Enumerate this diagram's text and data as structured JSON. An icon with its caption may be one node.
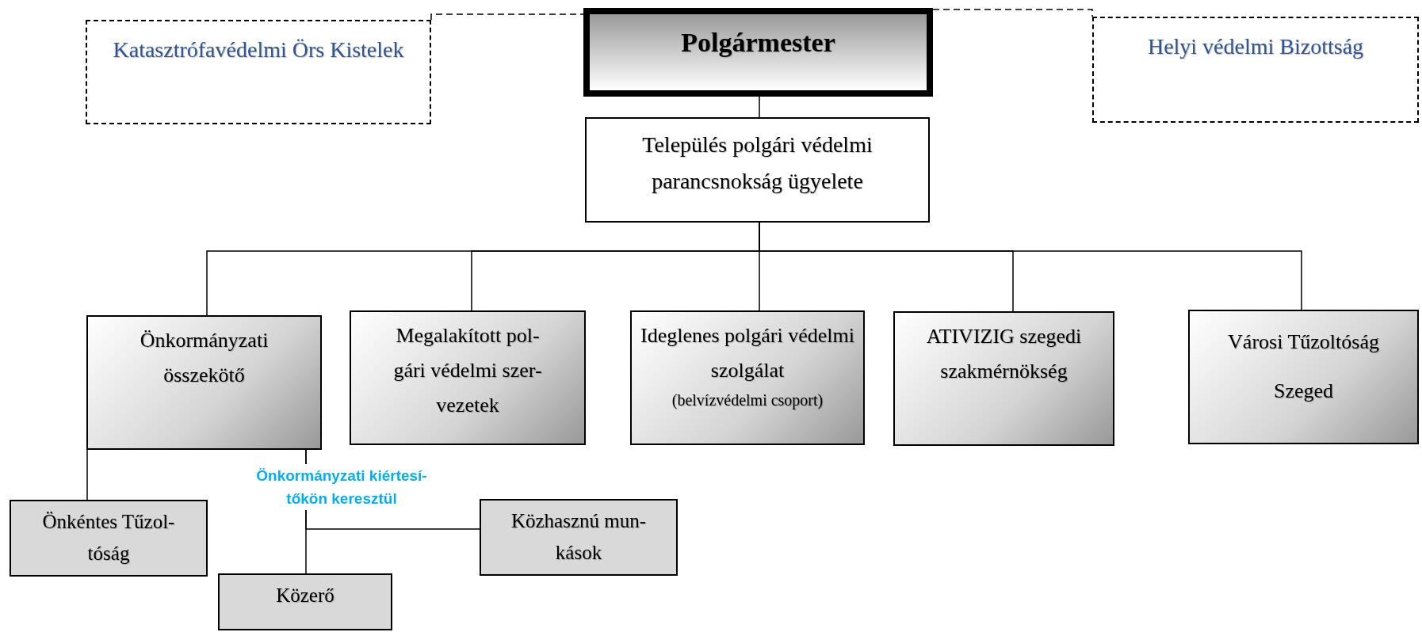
{
  "diagram": {
    "nodes": [
      {
        "text": [
          "Katasztrófavédelmi Örs Kistelek"
        ]
      },
      {
        "text": [
          "Polgármester"
        ]
      },
      {
        "text": [
          "Helyi védelmi Bizottság"
        ]
      },
      {
        "text": [
          "Település polgári védelmi parancsnokság ügyelete"
        ]
      },
      {
        "text": [
          "Önkormányzati összekötő"
        ]
      },
      {
        "text": [
          "Megalakított pol- gári védelmi szer- vezetek"
        ]
      },
      {
        "text": [
          "Ideglenes polgári védelmi szolgálat",
          "(belvízvédelmi csoport)"
        ]
      },
      {
        "text": [
          "ATIVIZIG szegedi szakmérnökség"
        ]
      },
      {
        "text": [
          "Városi Tűzoltóság Szeged"
        ]
      },
      {
        "text": [
          "Önkéntes Tűzol- tóság"
        ]
      },
      {
        "text": [
          "Közerő"
        ]
      },
      {
        "text": [
          "Közhasznú mun- kások"
        ]
      }
    ],
    "edges": [
      {
        "from": 0,
        "to": 1,
        "arrow": "none",
        "style": "dashed"
      },
      {
        "from": 1,
        "to": 2,
        "arrow": "none",
        "style": "dashed"
      },
      {
        "from": 1,
        "to": 3,
        "arrow": "none"
      },
      {
        "from": 3,
        "to": 4,
        "arrow": "none"
      },
      {
        "from": 3,
        "to": 5,
        "arrow": "none"
      },
      {
        "from": 3,
        "to": 6,
        "arrow": "none"
      },
      {
        "from": 3,
        "to": 7,
        "arrow": "none"
      },
      {
        "from": 3,
        "to": 8,
        "arrow": "none"
      },
      {
        "from": 4,
        "to": 9,
        "arrow": "none"
      },
      {
        "from": 4,
        "to": 10,
        "arrow": "none",
        "label": "Önkormányzati kiértesí- tőkön keresztül"
      },
      {
        "from": 4,
        "to": 11,
        "arrow": "none"
      }
    ]
  }
}
